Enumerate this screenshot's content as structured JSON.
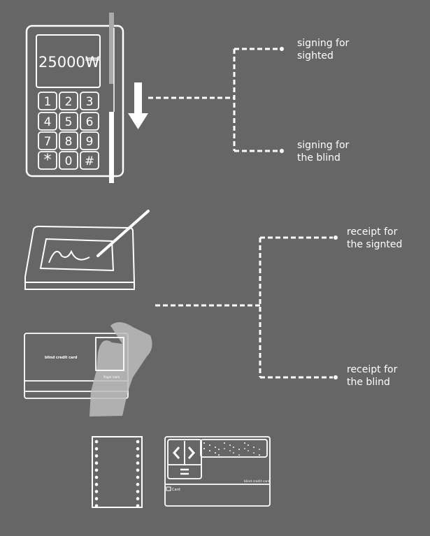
{
  "terminal": {
    "amount": "25000₩",
    "keys": [
      "1",
      "2",
      "3",
      "4",
      "5",
      "6",
      "7",
      "8",
      "9",
      "*",
      "0",
      "#"
    ]
  },
  "signing": {
    "sighted": [
      "signing for",
      "sighted"
    ],
    "blind": [
      "signing for",
      "the blind"
    ]
  },
  "receipt": {
    "sighted": [
      "receipt for",
      "the signted"
    ],
    "blind": [
      "receipt for",
      "the blind"
    ]
  },
  "card": {
    "title": "blind credit card",
    "finger_label": "finger mark"
  },
  "braille_card": {
    "brand": "blind credit card",
    "slot_label": "Card"
  },
  "colors": {
    "background": "#666666",
    "line": "#ffffff",
    "hand": "#bdbdbd"
  }
}
